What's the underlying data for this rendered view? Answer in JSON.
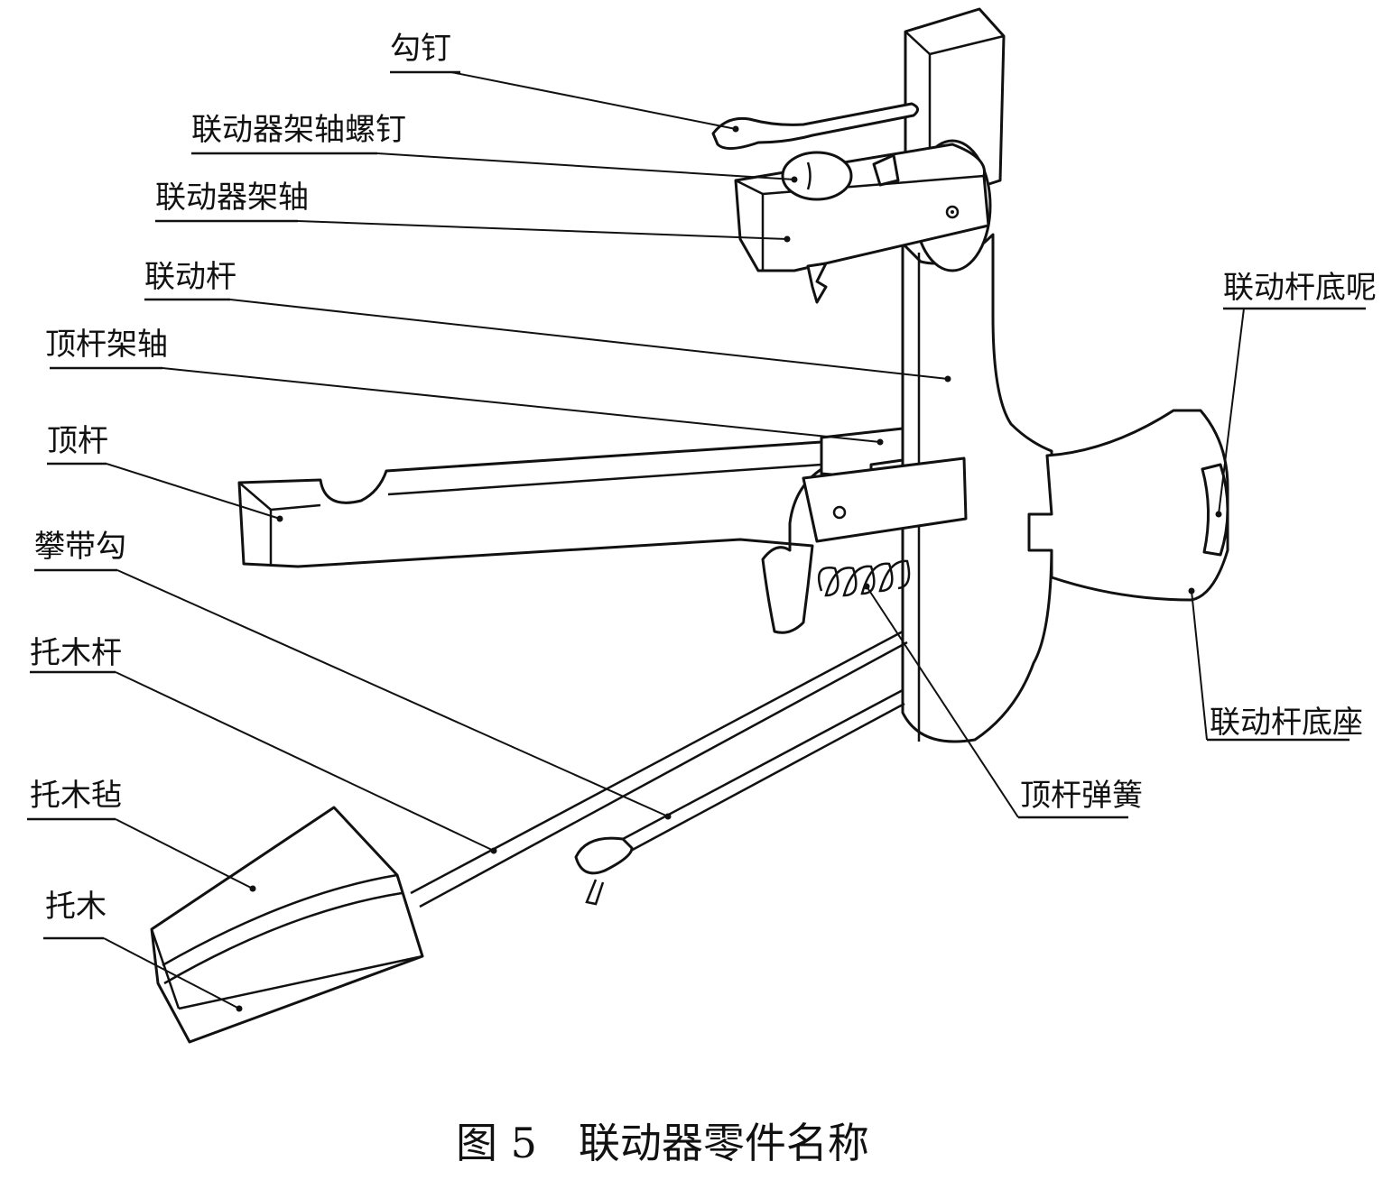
{
  "figure": {
    "caption": "图 5　联动器零件名称"
  },
  "labels": {
    "hook_nail": "勾钉",
    "frame_axle_screw": "联动器架轴螺钉",
    "frame_axle": "联动器架轴",
    "link_rod": "联动杆",
    "jack_axle": "顶杆架轴",
    "jack": "顶杆",
    "bridle_hook": "攀带勾",
    "wire_rod": "托木杆",
    "felt": "托木毡",
    "damper": "托木",
    "link_rod_felt": "联动杆底呢",
    "link_rod_base": "联动杆底座",
    "jack_spring": "顶杆弹簧"
  }
}
